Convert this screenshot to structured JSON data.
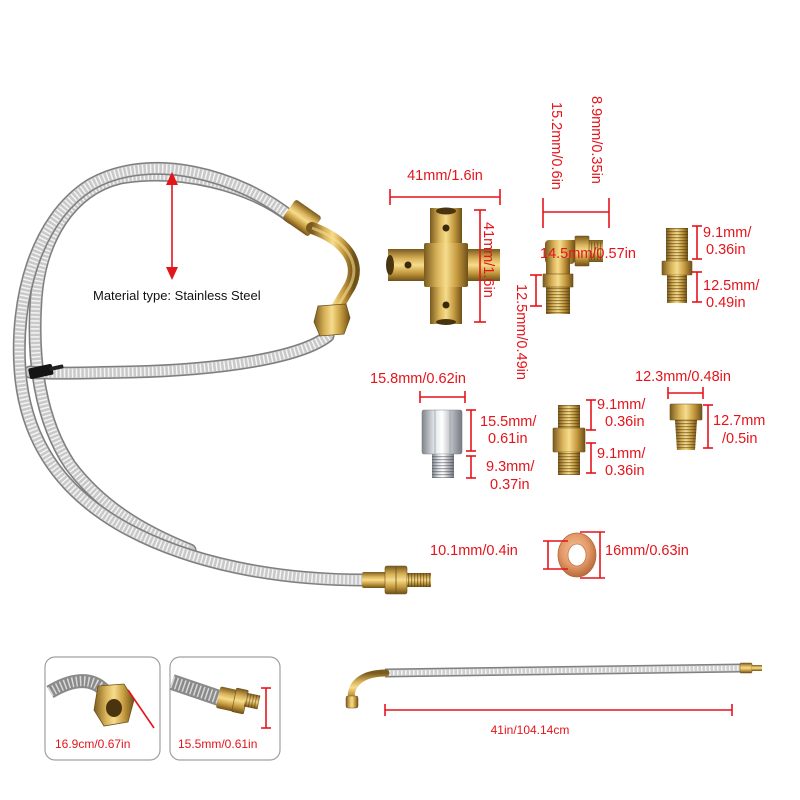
{
  "labels": {
    "material": "Material type: Stainless Steel",
    "cross_width": "41mm/1.6in",
    "cross_height": "41mm/1.6in",
    "elbow_port_a": "15.2mm/0.6in",
    "elbow_port_b": "8.9mm/0.35in",
    "elbow_width": "14.5mm/0.57in",
    "elbow_height": "12.5mm/0.49in",
    "nipple_top": [
      "9.1mm/",
      "0.36in"
    ],
    "nipple_bottom": [
      "12.5mm/",
      "0.49in"
    ],
    "adapter_width": "15.8mm/0.62in",
    "adapter_body": [
      "15.5mm/",
      "0.61in"
    ],
    "adapter_thread": [
      "9.3mm/",
      "0.37in"
    ],
    "union_top": [
      "9.1mm/",
      "0.36in"
    ],
    "union_bottom": [
      "9.1mm/",
      "0.36in"
    ],
    "plug_width": "12.3mm/0.48in",
    "plug_height": [
      "12.7mm",
      "/0.5in"
    ],
    "washer_inner": "10.1mm/0.4in",
    "washer_outer": "16mm/0.63in",
    "inset_left": "16.9cm/0.67in",
    "inset_middle": "15.5mm/0.61in",
    "hose_length": "41in/104.14cm"
  },
  "colors": {
    "dimension_red": "#e4141b",
    "brass": "#d9b35a",
    "steel_braid": "#c9c9c9",
    "copper": "#e39a68"
  }
}
